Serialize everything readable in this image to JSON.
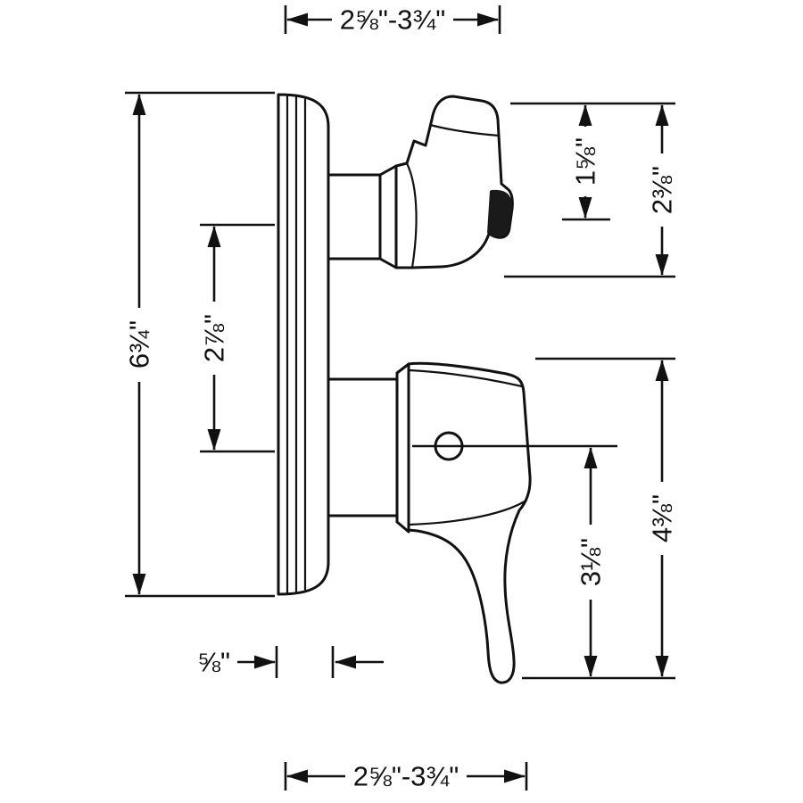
{
  "page": {
    "background": "#ffffff",
    "line_color": "#111111"
  },
  "drawing": {
    "title": "valve-trim-side-view-dimension-diagram",
    "labels": {
      "top_width": "2⅝\"-3¾\"",
      "upper_handle_height": "1⅝\"",
      "upper_total_height": "2⅜\"",
      "overall_height": "6¾\"",
      "valve_center_spacing": "2⅞\"",
      "escutcheon_depth": "⅝\"",
      "lower_total_depth": "4⅜\"",
      "lower_handle_depth": "3⅛\"",
      "bottom_width": "2⅝\"-3¾\""
    }
  }
}
